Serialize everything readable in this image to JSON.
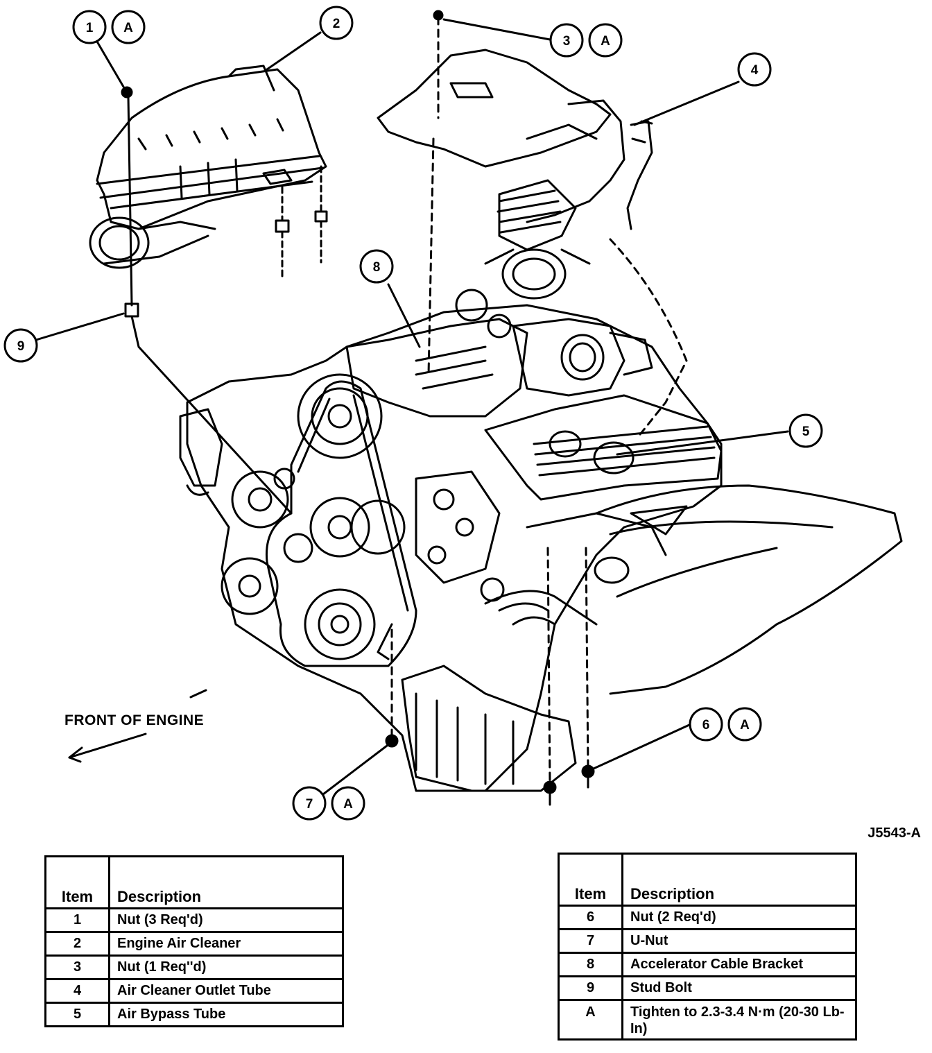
{
  "callouts": [
    {
      "number": "1",
      "tag": "A"
    },
    {
      "number": "2",
      "tag": ""
    },
    {
      "number": "3",
      "tag": "A"
    },
    {
      "number": "4",
      "tag": ""
    },
    {
      "number": "5",
      "tag": ""
    },
    {
      "number": "6",
      "tag": "A"
    },
    {
      "number": "7",
      "tag": "A"
    },
    {
      "number": "8",
      "tag": ""
    },
    {
      "number": "9",
      "tag": ""
    }
  ],
  "front_label": "FRONT OF ENGINE",
  "figure_id": "J5543-A",
  "legend_left": {
    "header_item": "Item",
    "header_desc": "Description",
    "rows": [
      {
        "item": "1",
        "desc": "Nut (3 Req'd)"
      },
      {
        "item": "2",
        "desc": "Engine Air Cleaner"
      },
      {
        "item": "3",
        "desc": "Nut (1 Req''d)"
      },
      {
        "item": "4",
        "desc": "Air Cleaner Outlet Tube"
      },
      {
        "item": "5",
        "desc": "Air Bypass Tube"
      }
    ]
  },
  "legend_right": {
    "header_item": "Item",
    "header_desc": "Description",
    "rows": [
      {
        "item": "6",
        "desc": "Nut (2 Req'd)"
      },
      {
        "item": "7",
        "desc": "U-Nut"
      },
      {
        "item": "8",
        "desc": "Accelerator Cable Bracket"
      },
      {
        "item": "9",
        "desc": "Stud Bolt"
      },
      {
        "item": "A",
        "desc": "Tighten to 2.3-3.4 N·m (20-30 Lb-In)"
      }
    ]
  }
}
